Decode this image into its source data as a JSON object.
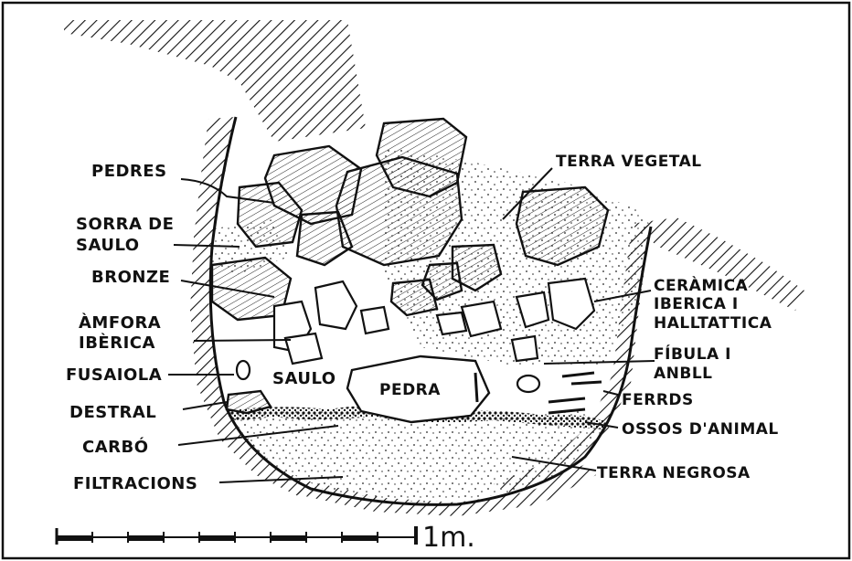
{
  "labels": {
    "pedres": "PEDRES",
    "terra_vegetal": "TERRA VEGETAL",
    "sorra_de": "SORRA DE",
    "saulo_1": "SAULO",
    "bronze": "BRONZE",
    "ceramica_1": "CERÀMICA",
    "ceramica_2": "IBERICA I",
    "ceramica_3": "HALLTATTICA",
    "amfora_1": "ÀMFORA",
    "amfora_2": "IBÈRICA",
    "fibula_1": "FÍBULA I",
    "fibula_2": "ANBLL",
    "fusaiola": "FUSAIOLA",
    "saulo_2": "SAULO",
    "pedra": "PEDRA",
    "destral": "DESTRAL",
    "ferrds": "FERRDS",
    "carbo": "CARBÓ",
    "ossos": "OSSOS D'ANIMAL",
    "filtracions": "FILTRACIONS",
    "terra_negrosa": "TERRA NEGROSA"
  },
  "scale": {
    "label": "1m."
  }
}
